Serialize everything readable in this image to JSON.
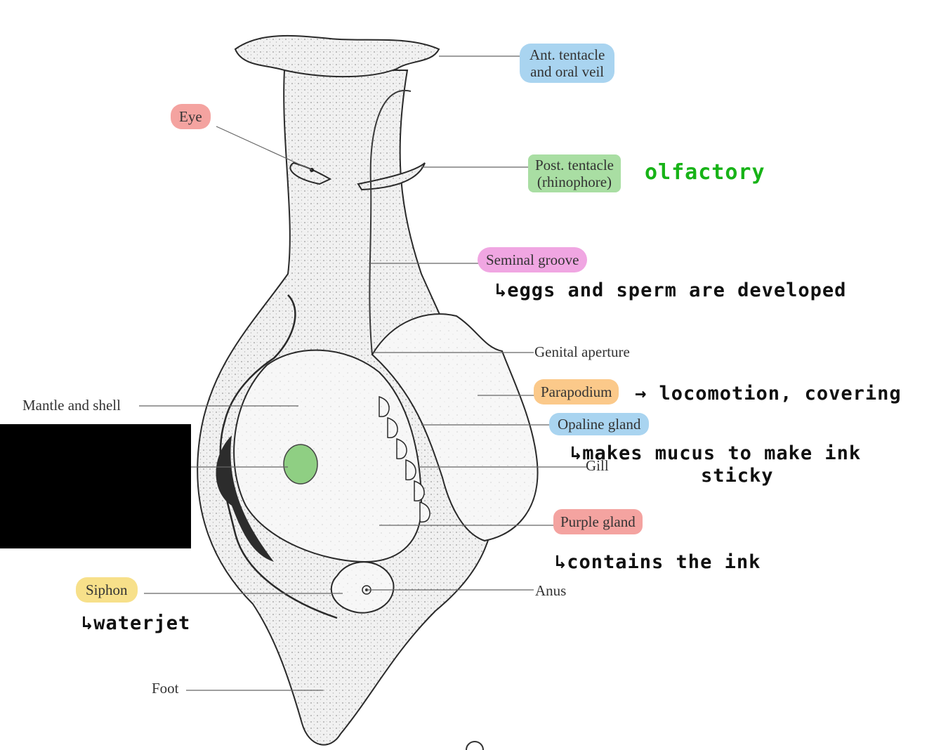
{
  "labels": {
    "ant_tentacle": "Ant. tentacle and oral veil",
    "eye": "Eye",
    "post_tentacle": "Post. tentacle (rhinophore)",
    "seminal_groove": "Seminal groove",
    "genital_aperture": "Genital aperture",
    "parapodium": "Parapodium",
    "mantle_shell": "Mantle and shell",
    "opaline_gland": "Opaline gland",
    "gill": "Gill",
    "purple_gland": "Purple gland",
    "siphon": "Siphon",
    "anus": "Anus",
    "foot": "Foot"
  },
  "label_lines": {
    "ant_tentacle": [
      "Ant. tentacle",
      "and oral veil"
    ],
    "post_tentacle": [
      "Post. tentacle",
      "(rhinophore)"
    ]
  },
  "notes": {
    "olfactory": "olfactory",
    "seminal": "↳eggs and sperm are developed",
    "parapodium": "→ locomotion, covering",
    "opaline_1": "↳makes mucus to make ink",
    "opaline_2": "sticky",
    "purple": "↳contains the ink",
    "siphon": "↳waterjet"
  },
  "colors": {
    "blue": "#a9d4f0",
    "red": "#f4a3a0",
    "green": "#a9dea3",
    "pink": "#f0a6e2",
    "orange": "#fbc98a",
    "yellow": "#f7e08a",
    "note_green": "#17b317",
    "shell_dot": "#8fcf83",
    "redaction": "#000000"
  }
}
